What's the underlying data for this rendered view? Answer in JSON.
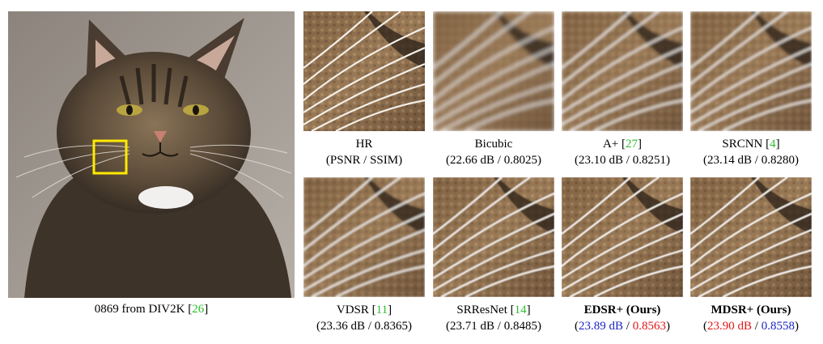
{
  "main": {
    "caption_prefix": "0869 from DIV2K [",
    "caption_ref": "26",
    "caption_suffix": "]"
  },
  "colors": {
    "highlight_box": "#ffea00",
    "ref_green": "#2bbf2b",
    "best_red": "#e01818",
    "second_blue": "#1c25c4"
  },
  "panels": [
    {
      "method": "HR",
      "ref": "",
      "line2": "(PSNR / SSIM)"
    },
    {
      "method": "Bicubic",
      "ref": "",
      "psnr": "22.66 dB",
      "sep": " / ",
      "ssim": "0.8025"
    },
    {
      "method": "A+",
      "ref": "27",
      "psnr": "23.10 dB",
      "sep": " / ",
      "ssim": "0.8251"
    },
    {
      "method": "SRCNN",
      "ref": "4",
      "psnr": "23.14 dB",
      "sep": " / ",
      "ssim": "0.8280"
    },
    {
      "method": "VDSR",
      "ref": "11",
      "psnr": "23.36 dB",
      "sep": " / ",
      "ssim": "0.8365"
    },
    {
      "method": "SRResNet",
      "ref": "14",
      "psnr": "23.71 dB",
      "sep": " / ",
      "ssim": "0.8485"
    },
    {
      "method": "EDSR+ (Ours)",
      "ref": "",
      "psnr": "23.89 dB",
      "sep": " / ",
      "ssim": "0.8563"
    },
    {
      "method": "MDSR+ (Ours)",
      "ref": "",
      "psnr": "23.90 dB",
      "sep": " / ",
      "ssim": "0.8558"
    }
  ],
  "brackets": {
    "open": "(",
    "close": ")",
    "ref_open": " [",
    "ref_close": "]"
  }
}
